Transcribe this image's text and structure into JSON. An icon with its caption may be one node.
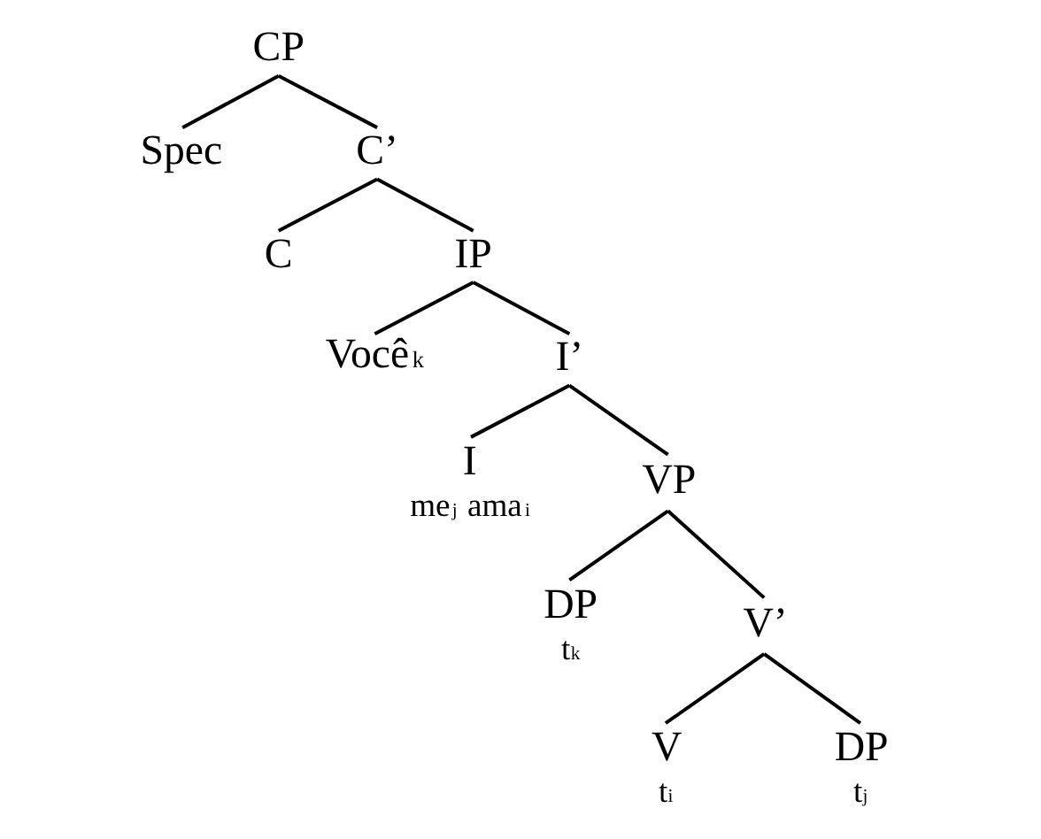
{
  "diagram": {
    "nodes": [
      {
        "text": [
          "CP"
        ]
      },
      {
        "text": [
          "Spec"
        ]
      },
      {
        "text": [
          "C’"
        ]
      },
      {
        "text": [
          "C"
        ]
      },
      {
        "text": [
          "IP"
        ]
      },
      {
        "text": [
          "Você$_{k}$"
        ]
      },
      {
        "text": [
          "I’"
        ]
      },
      {
        "text": [
          "I"
        ],
        "beside": [
          "me$_{j}$ ama$_{i}$"
        ]
      },
      {
        "text": [
          "VP"
        ]
      },
      {
        "text": [
          "DP"
        ],
        "beside": [
          "t$_{k}$"
        ]
      },
      {
        "text": [
          "V’"
        ]
      },
      {
        "text": [
          "V"
        ],
        "beside": [
          "t$_{i}$"
        ]
      },
      {
        "text": [
          "DP"
        ],
        "beside": [
          "t$_{j}$"
        ]
      }
    ],
    "edges": [
      {
        "from": 0,
        "to": 1,
        "arrow": "none"
      },
      {
        "from": 0,
        "to": 2,
        "arrow": "none"
      },
      {
        "from": 2,
        "to": 3,
        "arrow": "none"
      },
      {
        "from": 2,
        "to": 4,
        "arrow": "none"
      },
      {
        "from": 4,
        "to": 5,
        "arrow": "none"
      },
      {
        "from": 4,
        "to": 6,
        "arrow": "none"
      },
      {
        "from": 6,
        "to": 7,
        "arrow": "none"
      },
      {
        "from": 6,
        "to": 8,
        "arrow": "none"
      },
      {
        "from": 8,
        "to": 9,
        "arrow": "none"
      },
      {
        "from": 8,
        "to": 10,
        "arrow": "none"
      },
      {
        "from": 10,
        "to": 11,
        "arrow": "none"
      },
      {
        "from": 10,
        "to": 12,
        "arrow": "none"
      }
    ]
  }
}
